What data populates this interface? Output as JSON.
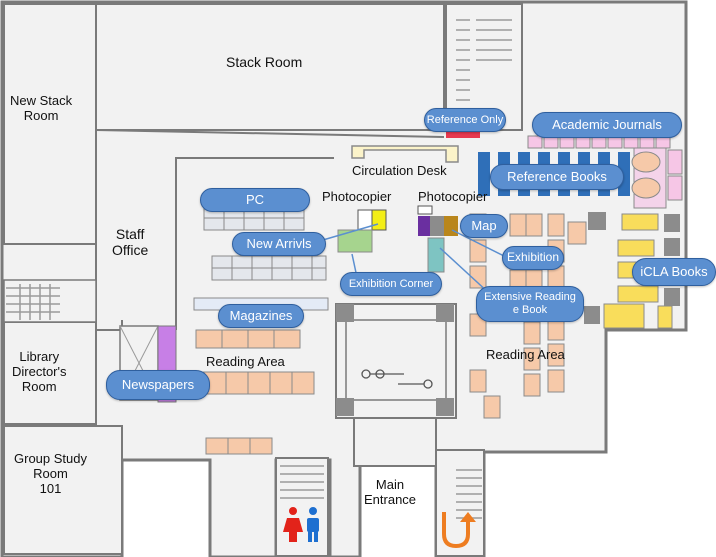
{
  "rooms": {
    "stack_room": "Stack Room",
    "new_stack_room": "New Stack\nRoom",
    "staff_office": "Staff\nOffice",
    "library_directors_room": "Library\nDirector's\nRoom",
    "group_study_room": "Group Study\nRoom\n101",
    "circulation_desk": "Circulation Desk",
    "photocopier_left": "Photocopier",
    "photocopier_right": "Photocopier",
    "reading_area_left": "Reading Area",
    "reading_area_right": "Reading Area",
    "main_entrance": "Main\nEntrance"
  },
  "callouts": {
    "reference_only": "Reference Only",
    "academic_journals": "Academic Journals",
    "reference_books": "Reference Books",
    "pc": "PC",
    "new_arrivals": "New Arrivls",
    "map": "Map",
    "exhibition": "Exhibition",
    "iclA_books": "iCLA Books",
    "exhibition_corner": "Exhibition Corner",
    "extensive_reading": "Extensive Reading\ne Book",
    "magazines": "Magazines",
    "newspapers": "Newspapers"
  },
  "icons": {
    "restroom": "restroom-icon",
    "up_arrow": "u-turn-up-arrow-icon",
    "elevator": "elevator-icon"
  },
  "colors": {
    "wall": "#8a8a8a",
    "floor": "#f2f2f2",
    "callout": "#5b8fd0",
    "reading_table": "#f6c9a9",
    "reference_shelf": "#2f6fb8",
    "journal_shelf": "#f6c6e6",
    "iclA_shelf": "#f9dd5b",
    "grey_block": "#8c8c8c",
    "reference_only_bar": "#e8384f",
    "photocopier_yellow": "#f3ee17",
    "exhibition_green": "#a6d48e",
    "map_brown": "#b9861c",
    "map_purple": "#6a2fa0",
    "extensive_teal": "#7ec4c2",
    "newspaper_violet": "#c77fe6",
    "restroom_female": "#e2231a",
    "restroom_male": "#1d6fd0",
    "arrow_orange": "#ee7d21"
  }
}
